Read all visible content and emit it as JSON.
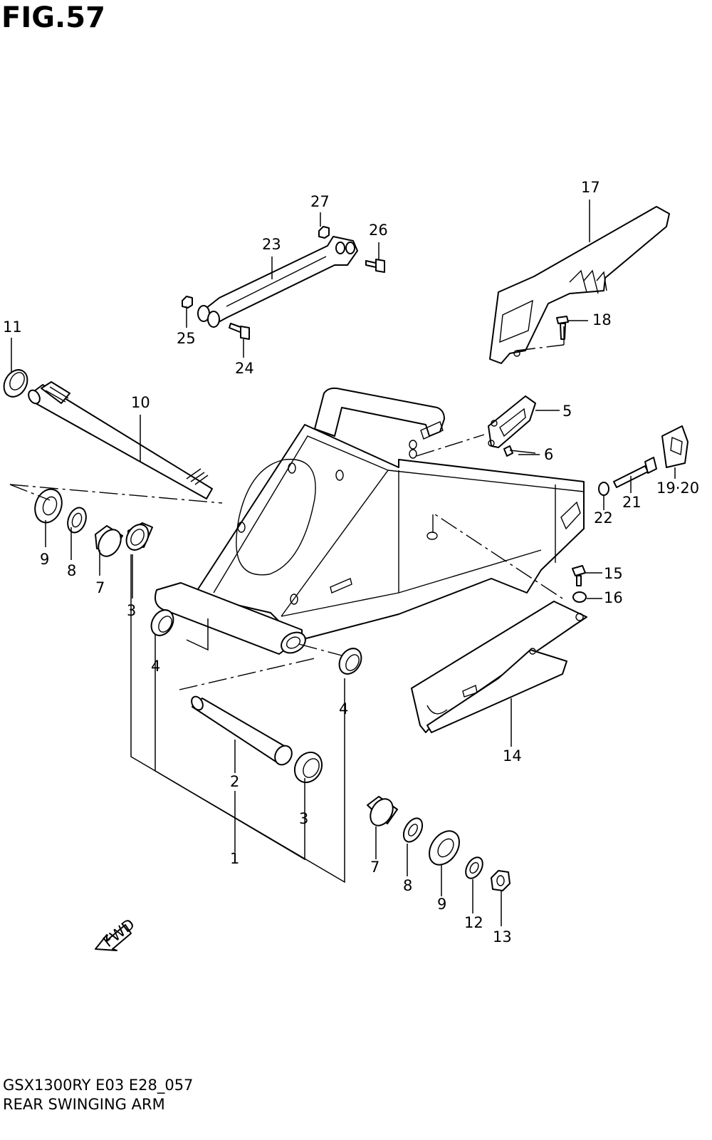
{
  "figure": {
    "title": "FIG.57",
    "code": "GSX1300RY E03 E28_057",
    "name": "REAR SWINGING ARM"
  },
  "callouts": [
    "1",
    "2",
    "3",
    "3",
    "4",
    "4",
    "5",
    "6",
    "7",
    "7",
    "8",
    "8",
    "9",
    "9",
    "10",
    "11",
    "12",
    "13",
    "14",
    "15",
    "16",
    "17",
    "18",
    "19·20",
    "21",
    "22",
    "23",
    "24",
    "25",
    "26",
    "27"
  ],
  "fwd_label": "FWD"
}
